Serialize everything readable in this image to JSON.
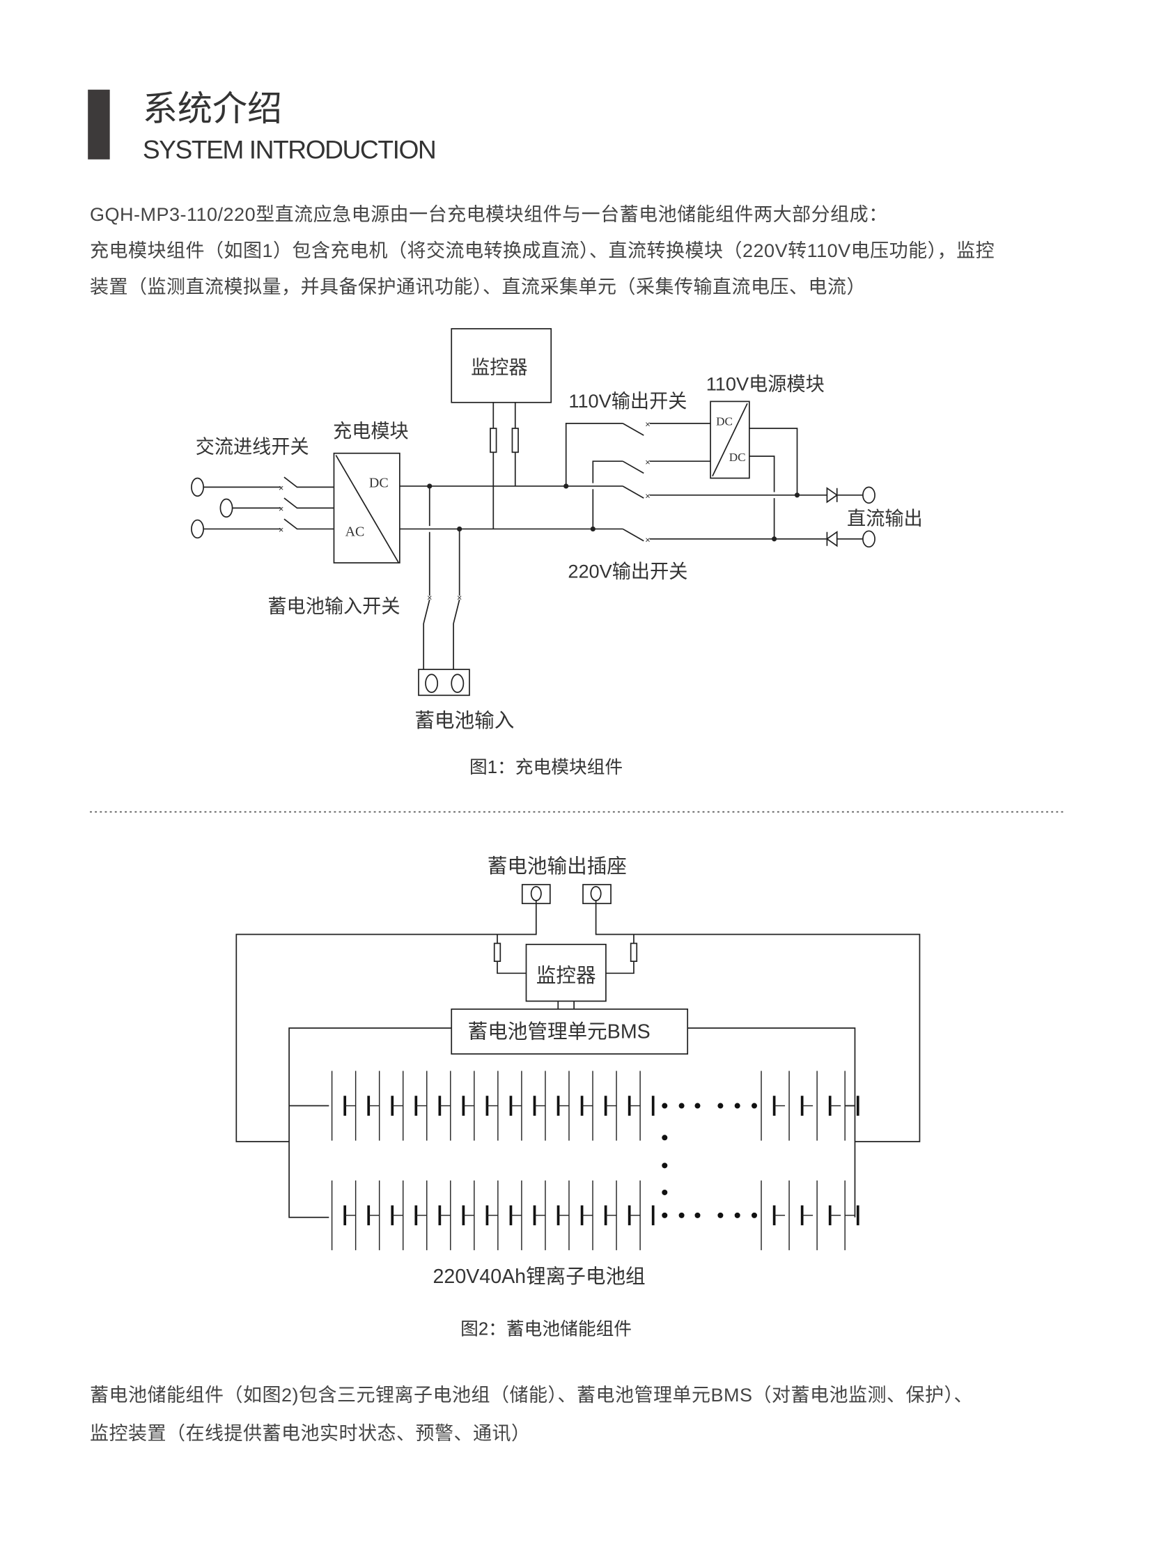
{
  "header": {
    "title_cn": "系统介绍",
    "title_en": "SYSTEM INTRODUCTION"
  },
  "intro": {
    "lines": [
      "GQH-MP3-110/220型直流应急电源由一台充电模块组件与一台蓄电池储能组件两大部分组成：",
      "充电模块组件（如图1）包含充电机（将交流电转换成直流）、直流转换模块（220V转110V电压功能），监控",
      "装置（监测直流模拟量，并具备保护通讯功能）、直流采集单元（采集传输直流电压、电流）"
    ]
  },
  "figure1": {
    "monitor": "监控器",
    "charger": "充电模块",
    "ac_switch": "交流进线开关",
    "dc": "DC",
    "ac": "AC",
    "out110_switch": "110V输出开关",
    "module110": "110V电源模块",
    "dc_in": "DC",
    "dc_out": "DC",
    "dc_output": "直流输出",
    "out220_switch": "220V输出开关",
    "battery_switch": "蓄电池输入开关",
    "battery_input": "蓄电池输入",
    "caption": "图1：充电模块组件"
  },
  "figure2": {
    "socket": "蓄电池输出插座",
    "monitor": "监控器",
    "bms": "蓄电池管理单元BMS",
    "pack": "220V40Ah锂离子电池组",
    "caption": "图2：蓄电池储能组件"
  },
  "outro": {
    "lines": [
      "蓄电池储能组件（如图2)包含三元锂离子电池组（储能）、蓄电池管理单元BMS（对蓄电池监测、保护）、",
      "监控装置（在线提供蓄电池实时状态、预警、通讯）"
    ]
  },
  "colors": {
    "title_bar": "#3d3a3a",
    "text": "#444444",
    "line": "#222222"
  }
}
